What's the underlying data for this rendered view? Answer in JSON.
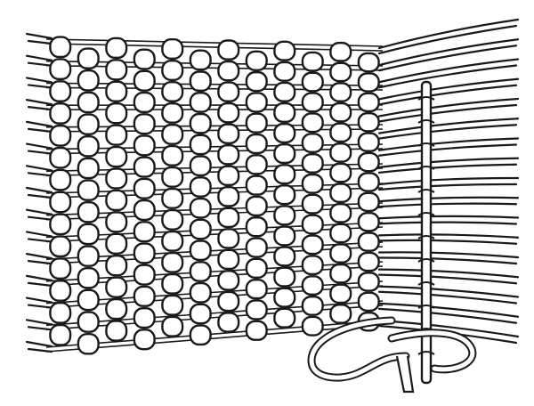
{
  "illustration": {
    "subject": "woven-textile-on-frame-line-drawing",
    "colors": {
      "ink": "#1a1a1a",
      "paper": "#ffffff"
    },
    "woven_columns": 12,
    "woven_rows": 14,
    "loose_warp_threads": 17,
    "icons": [
      "needle-icon",
      "thread-loop-icon"
    ]
  }
}
